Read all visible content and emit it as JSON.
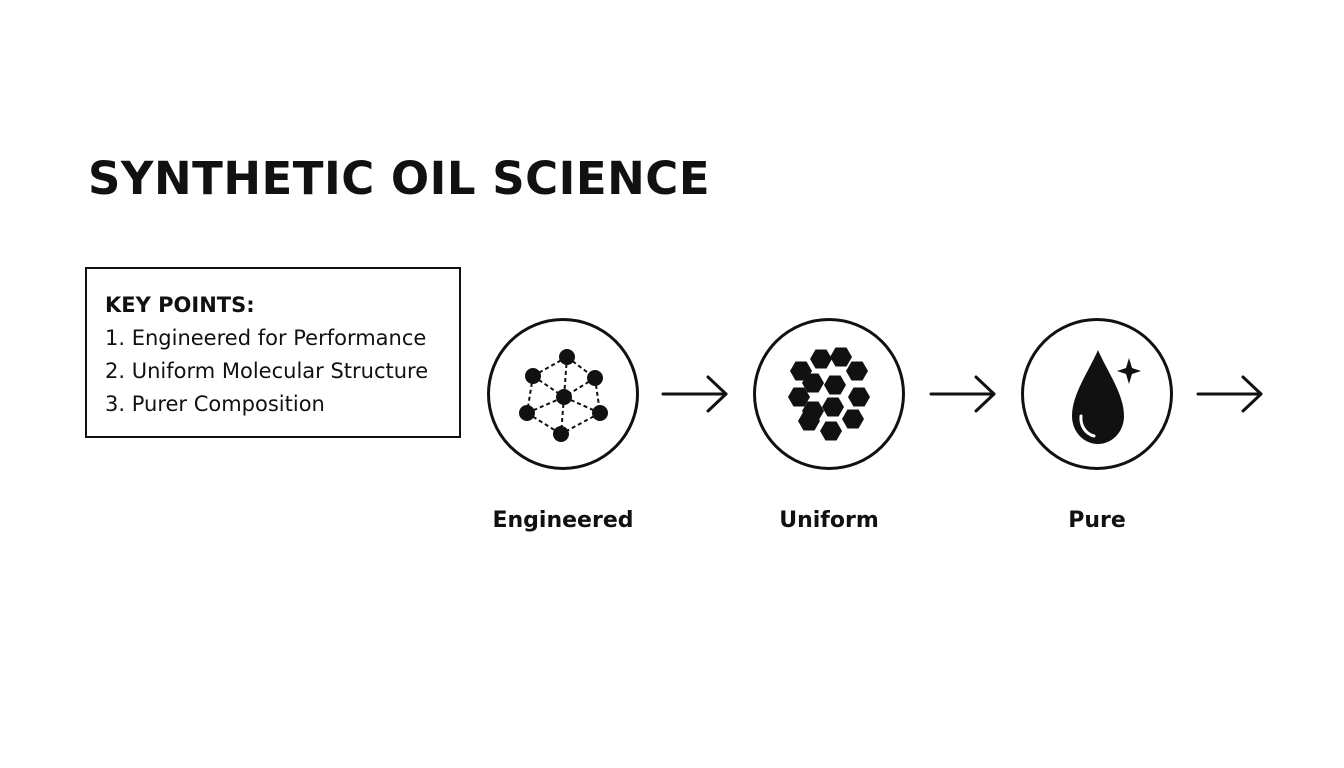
{
  "title": "SYNTHETIC OIL SCIENCE",
  "key_points": {
    "heading": "KEY POINTS:",
    "items": [
      "1. Engineered for Performance",
      "2. Uniform Molecular Structure",
      "3. Purer Composition"
    ]
  },
  "steps": [
    {
      "label": "Engineered",
      "icon": "molecule-network-icon"
    },
    {
      "label": "Uniform",
      "icon": "hexagon-cluster-icon"
    },
    {
      "label": "Pure",
      "icon": "oil-drop-sparkle-icon"
    }
  ],
  "colors": {
    "ink": "#111111",
    "background": "#ffffff"
  }
}
